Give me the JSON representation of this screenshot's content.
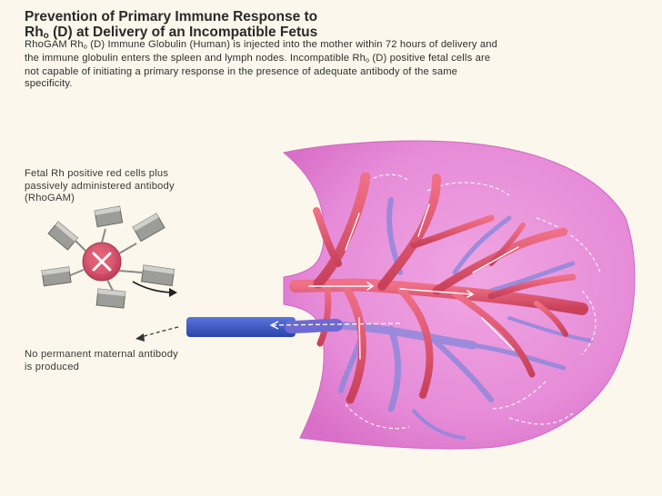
{
  "header": {
    "title_line1": "Prevention of Primary Immune Response to",
    "title_line2_prefix": "Rh",
    "title_line2_sub": "o",
    "title_line2_suffix": " (D) at Delivery of an Incompatible Fetus"
  },
  "description": {
    "part1": "RhoGAM Rh",
    "sub1": "o",
    "part2": " (D) Immune Globulin (Human) is injected into the mother within 72 hours of delivery and the immune globulin enters the spleen and lymph nodes. Incompatible Rh",
    "sub2": "o",
    "part3": " (D) positive fetal cells are not capable of initiating a primary response in the presence of adequate antibody of the same specificity."
  },
  "labels": {
    "fetal_cells": "Fetal Rh positive red cells plus passively administered antibody (RhoGAM)",
    "no_antibody": "No permanent maternal antibody is produced"
  },
  "icons": {
    "red_cell": "red-cell-x-icon",
    "antibody": "antibody-block-icon"
  },
  "colors": {
    "organ": "#e58ad7",
    "artery": "#e0506a",
    "artery_dark": "#b8324c",
    "vein": "#3c58c8",
    "vein_faint": "#9a8ee0",
    "cell": "#d9506a",
    "antibody": "#9a9a98",
    "background": "#fbf7ec"
  }
}
